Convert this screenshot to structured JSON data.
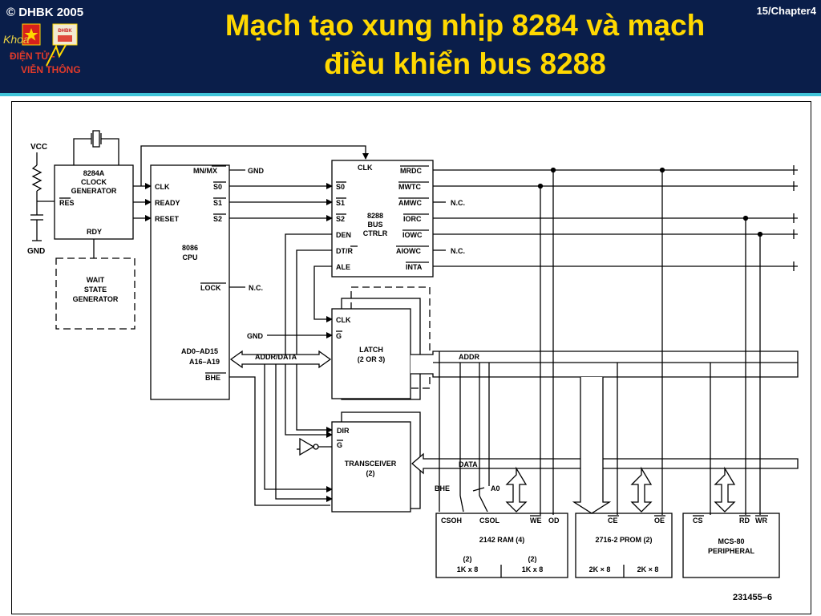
{
  "header": {
    "copyright": "© DHBK 2005",
    "slide_number": "15/Chapter4",
    "title_line1": "Mạch tạo xung nhịp 8284 và mạch",
    "title_line2": "điều khiển bus 8288",
    "logo": {
      "text_khoa": "Khoa",
      "text_dientu": "ĐIỆN TỬ -",
      "text_vienthong": "VIỄN THÔNG",
      "badge": "ĐHBK"
    }
  },
  "colors": {
    "header_bg": "#0a1e4a",
    "title": "#ffd800",
    "accent_rule": "#3fc3d8"
  },
  "diagram": {
    "vcc": "VCC",
    "gnd": "GND",
    "clockgen": {
      "title": "8284A\nCLOCK\nGENERATOR",
      "res": "RES",
      "rdy": "RDY"
    },
    "wait": {
      "title": "WAIT\nSTATE\nGENERATOR"
    },
    "cpu": {
      "title": "8086\nCPU",
      "clk": "CLK",
      "ready": "READY",
      "reset": "RESET",
      "mnmx": "MN/MX",
      "s0": "S0",
      "s1": "S1",
      "s2": "S2",
      "lock": "LOCK",
      "ad": "AD0–AD15",
      "a": "A16–A19",
      "bhe": "BHE"
    },
    "gnd_label": "GND",
    "gnd_label2": "GND",
    "nc": "N.C.",
    "busctrl": {
      "title": "8288\nBUS\nCTRLR",
      "clk": "CLK",
      "s0": "S0",
      "s1": "S1",
      "s2": "S2",
      "den": "DEN",
      "dtr": "DT/R",
      "ale": "ALE",
      "mrdc": "MRDC",
      "mwtc": "MWTC",
      "amwc": "AMWC",
      "iorc": "IORC",
      "iowc": "IOWC",
      "aiowc": "AIOWC",
      "inta": "INTA"
    },
    "latch": {
      "clk": "CLK",
      "g": "G",
      "title": "LATCH\n(2 OR 3)"
    },
    "transceiver": {
      "dir": "DIR",
      "g": "G",
      "title": "TRANSCEIVER\n(2)"
    },
    "bus": {
      "addr_data": "ADDR/DATA",
      "addr": "ADDR",
      "data": "DATA",
      "bhe": "BHE",
      "a0": "A0"
    },
    "ram": {
      "cso_h": "CSOH",
      "cso_l": "CSOL",
      "we": "WE",
      "od": "OD",
      "title": "2142 RAM (4)",
      "left_qty": "(2)",
      "left_size": "1K x 8",
      "right_qty": "(2)",
      "right_size": "1K x 8"
    },
    "prom": {
      "ce": "CE",
      "oe": "OE",
      "title": "2716-2 PROM (2)",
      "left_size": "2K × 8",
      "right_size": "2K × 8"
    },
    "periph": {
      "cs": "CS",
      "rd": "RD",
      "wr": "WR",
      "title": "MCS-80\nPERIPHERAL"
    },
    "figure_id": "231455–6"
  }
}
